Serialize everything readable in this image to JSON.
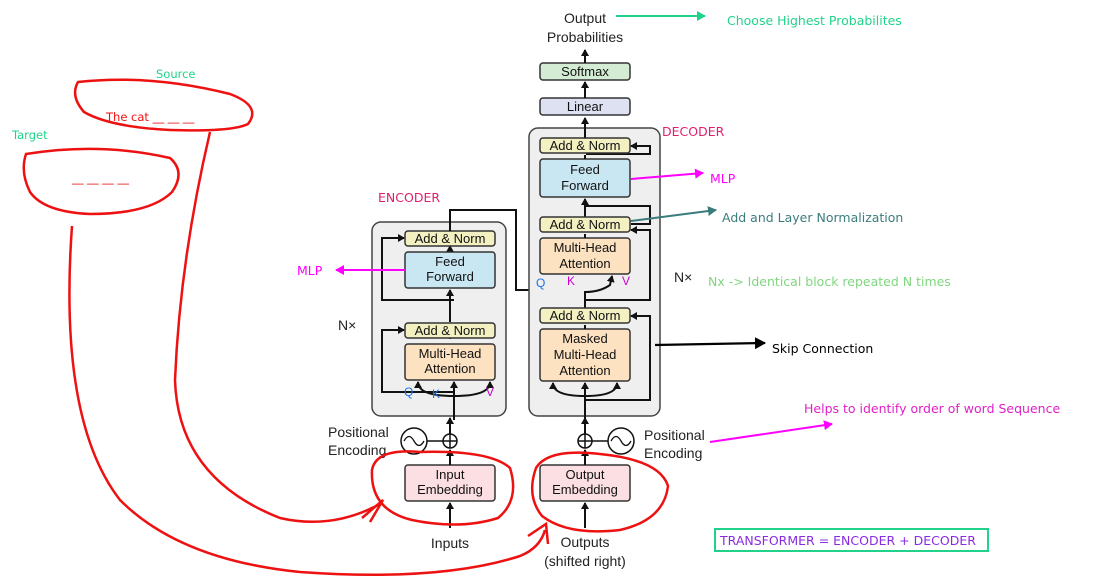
{
  "diagram": {
    "output_probabilities_line1": "Output",
    "output_probabilities_line2": "Probabilities",
    "softmax": "Softmax",
    "linear": "Linear",
    "add_norm": "Add & Norm",
    "feed_forward_line1": "Feed",
    "feed_forward_line2": "Forward",
    "multi_head_line1": "Multi-Head",
    "multi_head_line2": "Attention",
    "masked_line1": "Masked",
    "masked_line2": "Multi-Head",
    "masked_line3": "Attention",
    "input_embedding_line1": "Input",
    "input_embedding_line2": "Embedding",
    "output_embedding_line1": "Output",
    "output_embedding_line2": "Embedding",
    "positional_line1": "Positional",
    "positional_line2": "Encoding",
    "nx": "N×",
    "inputs": "Inputs",
    "outputs_line1": "Outputs",
    "outputs_line2": "(shifted right)",
    "q": "Q",
    "k": "K",
    "v": "V"
  },
  "annotations": {
    "encoder": "ENCODER",
    "decoder": "DECODER",
    "mlp": "MLP",
    "choose_highest": "Choose Highest Probabilites",
    "add_layer_norm": "Add and Layer Normalization",
    "nx_identical": "Nx -> Identical block repeated N times",
    "skip_connection": "Skip Connection",
    "helps_order": "Helps to identify order of word Sequence",
    "transformer_eq": "TRANSFORMER = ENCODER + DECODER",
    "source": "Source",
    "target": "Target",
    "source_text": "The cat __ __ __",
    "target_text": "__ __ __ __"
  },
  "colors": {
    "add_norm_fill": "#f3f1c2",
    "feed_forward_fill": "#c9e7f3",
    "attention_fill": "#fde2c1",
    "embedding_fill": "#fbdfe2",
    "softmax_fill": "#d4ecd4",
    "linear_fill": "#dde1f1",
    "stack_fill": "#efefef",
    "red_ink": "#ee1111",
    "magenta": "#ff00ff",
    "teal": "#3a7c7c",
    "green_text": "#21d38a",
    "purple_text": "#8a2be2",
    "blue_qkv": "#1a73e8"
  }
}
